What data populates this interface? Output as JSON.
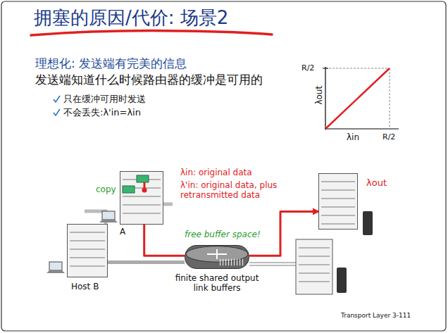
{
  "diagram": {
    "title": "拥塞的原因/代价: 场景2",
    "nodes": [
      {
        "text": [
          "A"
        ]
      },
      {
        "text": [
          "Host B"
        ]
      },
      {
        "text": [
          "finite shared output link buffers"
        ]
      },
      {
        "text": [
          "λout"
        ]
      }
    ],
    "edges": [
      {
        "from": 0,
        "to": 2,
        "arrow": "none"
      },
      {
        "from": 1,
        "to": 2,
        "arrow": "none"
      },
      {
        "from": 2,
        "to": 3,
        "arrow": "to"
      }
    ],
    "labels": [
      "理想化: 发送端有完美的信息",
      "发送端知道什么时候路由器的缓冲是可用的",
      "只在缓冲可用时发送",
      "不会丢失:λ'in=λin",
      "R/2",
      "λout",
      "λin",
      "R/2",
      "copy",
      "λin: original data",
      "λ'in: original data, plus retransmitted data",
      "free buffer space!",
      "Transport Layer 3-111"
    ]
  }
}
